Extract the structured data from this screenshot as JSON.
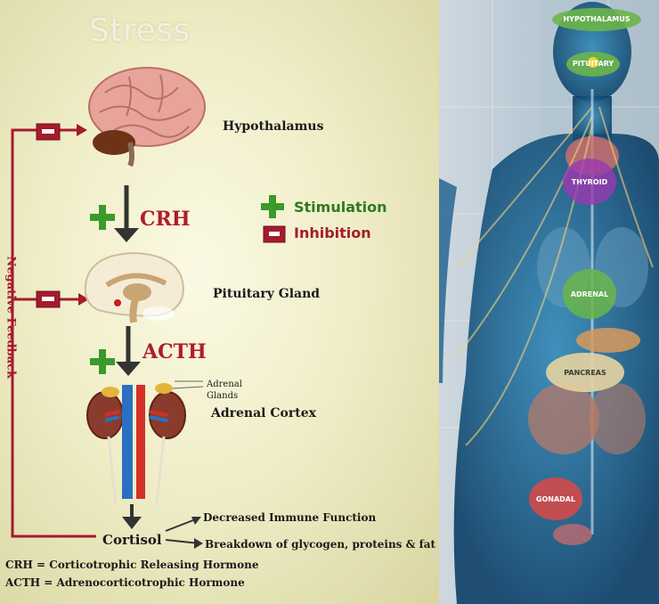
{
  "diagram": {
    "title": "Stress",
    "stages": {
      "hypothalamus": "Hypothalamus",
      "pituitary": "Pituitary Gland",
      "adrenal_glands": "Adrenal Glands",
      "adrenal_cortex": "Adrenal Cortex",
      "cortisol": "Cortisol"
    },
    "hormones": {
      "crh": "CRH",
      "acth": "ACTH"
    },
    "legend": {
      "stimulation": "Stimulation",
      "inhibition": "Inhibition"
    },
    "feedback_label": "Negative Feedback",
    "effects": [
      "Decreased Immune Function",
      "Breakdown of glycogen, proteins & fat"
    ],
    "definitions": [
      "CRH = Corticotrophic Releasing Hormone",
      "ACTH = Adrenocorticotrophic Hormone"
    ],
    "colors": {
      "stimulation": "#3a9a2a",
      "inhibition": "#a51b2e",
      "feedback_line": "#a51b2e"
    }
  },
  "body_illustration": {
    "glands": [
      "HYPOTHALAMUS",
      "PITUITARY",
      "THYROID",
      "ADRENAL",
      "PANCREAS",
      "GONADAL"
    ]
  }
}
